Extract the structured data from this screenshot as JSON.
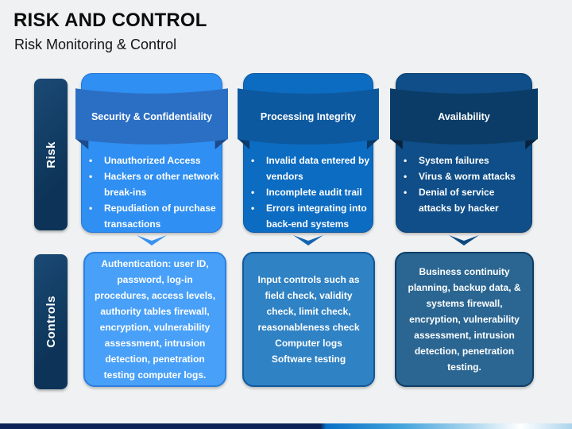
{
  "slide": {
    "title": "RISK AND CONTROL",
    "subtitle": "Risk Monitoring & Control"
  },
  "rows": {
    "risk_label": "Risk",
    "controls_label": "Controls"
  },
  "columns": [
    {
      "header": "Security & Confidentiality",
      "risks": [
        "Unauthorized Access",
        "Hackers or other network break-ins",
        "Repudiation of purchase transactions"
      ],
      "controls": [
        "Authentication: user ID, password, log-in procedures, access levels, authority tables firewall, encryption, vulnerability assessment, intrusion detection, penetration testing computer logs."
      ],
      "colors": {
        "card": "#2f8ff2",
        "ribbon": "#2b6fc4",
        "controls_fill": "#48a0f8",
        "controls_border": "#2b7fdf",
        "arrow": "#3b92f0"
      }
    },
    {
      "header": "Processing Integrity",
      "risks": [
        "Invalid data entered by vendors",
        "Incomplete audit trail",
        "Errors integrating into back-end systems"
      ],
      "controls": [
        "Input controls such as field check, validity check, limit check, reasonableness check",
        "Computer logs",
        "Software testing"
      ],
      "colors": {
        "card": "#0c6cc2",
        "ribbon": "#0d59a0",
        "controls_fill": "#2f82c4",
        "controls_border": "#11599c",
        "arrow": "#1565b0"
      }
    },
    {
      "header": "Availability",
      "risks": [
        "System failures",
        "Virus & worm attacks",
        "Denial of service attacks by hacker"
      ],
      "controls": [
        "Business continuity planning, backup data, & systems firewall, encryption, vulnerability assessment, intrusion detection, penetration testing."
      ],
      "colors": {
        "card": "#0f4e88",
        "ribbon": "#0b3c68",
        "controls_fill": "#2b6692",
        "controls_border": "#0e3e66",
        "arrow": "#0f4a80"
      }
    }
  ],
  "footer": {
    "gradient": [
      "#0d2357",
      "#0a70c6",
      "#42a3dc",
      "#a8d4ee",
      "#ffffff",
      "#abd4ec"
    ]
  },
  "background": "#eff1f2",
  "sidebar_color": "#0d3458"
}
